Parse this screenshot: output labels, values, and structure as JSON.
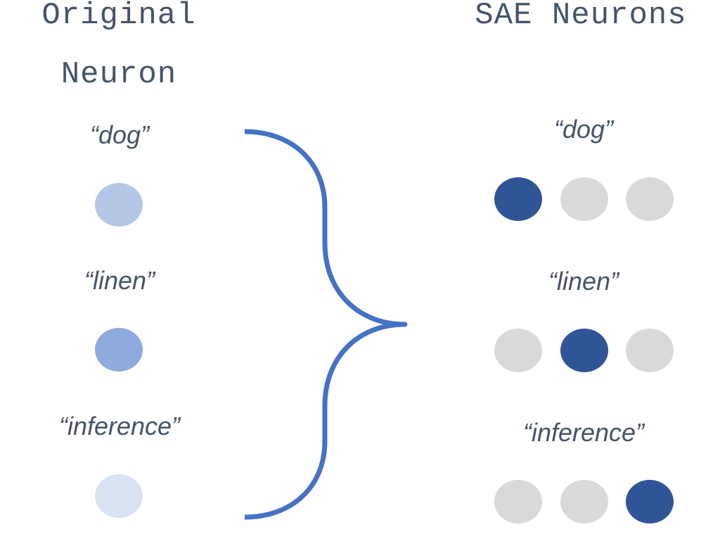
{
  "headings": {
    "original": "Original\nNeuron",
    "sae": "SAE Neurons"
  },
  "tokens": [
    {
      "label": "“dog”",
      "original_activation": 0.35,
      "sae_activations": [
        1,
        0,
        0
      ]
    },
    {
      "label": "“linen”",
      "original_activation": 0.55,
      "sae_activations": [
        0,
        1,
        0
      ]
    },
    {
      "label": "“inference”",
      "original_activation": 0.18,
      "sae_activations": [
        0,
        0,
        1
      ]
    }
  ],
  "colors": {
    "text": "#44546a",
    "brace": "#4472c4",
    "sae_active": "#2f5597",
    "sae_inactive": "#d9d9d9",
    "original_dot_dog": "#b4c7e7",
    "original_dot_linen": "#8faadc",
    "original_dot_inference": "#dae3f3"
  }
}
